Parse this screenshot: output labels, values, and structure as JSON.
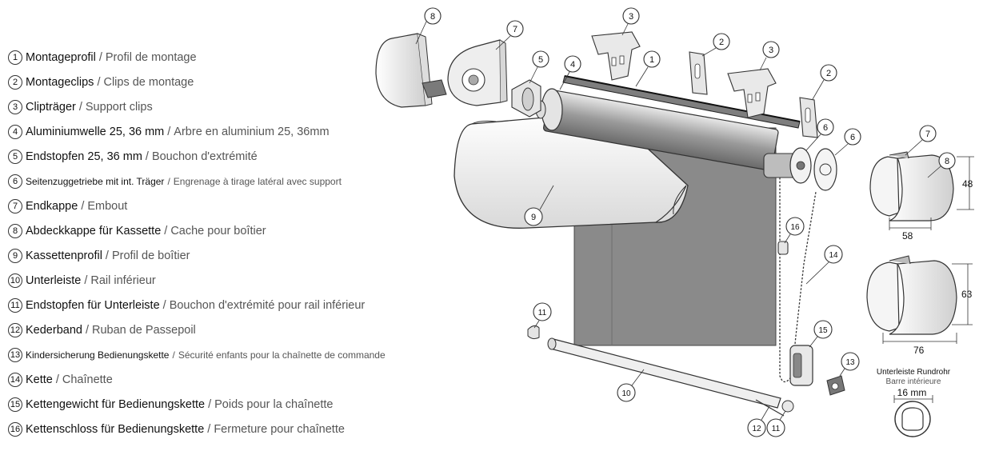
{
  "legend": [
    {
      "num": "1",
      "de": "Montageprofil",
      "fr": "Profil de montage"
    },
    {
      "num": "2",
      "de": "Montageclips",
      "fr": "Clips de montage"
    },
    {
      "num": "3",
      "de": "Clipträger",
      "fr": "Support clips"
    },
    {
      "num": "4",
      "de": "Aluminiumwelle 25, 36 mm",
      "fr": "Arbre en aluminium 25, 36mm"
    },
    {
      "num": "5",
      "de": "Endstopfen 25, 36 mm",
      "fr": "Bouchon d'extrémité"
    },
    {
      "num": "6",
      "de": "Seitenzuggetriebe mit int. Träger",
      "fr": "Engrenage à tirage latéral avec support"
    },
    {
      "num": "7",
      "de": "Endkappe",
      "fr": "Embout"
    },
    {
      "num": "8",
      "de": "Abdeckkappe für Kassette",
      "fr": "Cache pour boîtier"
    },
    {
      "num": "9",
      "de": "Kassettenprofil",
      "fr": "Profil de boîtier"
    },
    {
      "num": "10",
      "de": "Unterleiste",
      "fr": "Rail inférieur"
    },
    {
      "num": "11",
      "de": "Endstopfen für Unterleiste",
      "fr": "Bouchon d'extrémité pour rail inférieur"
    },
    {
      "num": "12",
      "de": "Kederband",
      "fr": "Ruban de Passepoil"
    },
    {
      "num": "13",
      "de": "Kindersicherung Bedienungskette",
      "fr": "Sécurité enfants pour la chaînette de commande"
    },
    {
      "num": "14",
      "de": "Kette",
      "fr": "Chaînette"
    },
    {
      "num": "15",
      "de": "Kettengewicht für Bedienungskette",
      "fr": "Poids pour la chaînette"
    },
    {
      "num": "16",
      "de": "Kettenschloss für Bedienungskette",
      "fr": "Fermeture pour chaînette"
    }
  ],
  "separator": "/",
  "callouts": {
    "c8a": "8",
    "c7a": "7",
    "c5": "5",
    "c4": "4",
    "c3a": "3",
    "c1": "1",
    "c2a": "2",
    "c3b": "3",
    "c2b": "2",
    "c6a": "6",
    "c6b": "6",
    "c9": "9",
    "c16": "16",
    "c14": "14",
    "c11a": "11",
    "c10": "10",
    "c15": "15",
    "c13": "13",
    "c12": "12",
    "c11b": "11",
    "c7b": "7",
    "c8b": "8"
  },
  "dimensions": {
    "small_height": "48",
    "small_width": "58",
    "large_height": "63",
    "large_width": "76",
    "tube_width": "16 mm"
  },
  "bottom_rail": {
    "title": "Unterleiste  Rundrohr",
    "subtitle": "Barre intérieure"
  },
  "colors": {
    "fabric": "#8a8a8a",
    "cassette": "#f3f3f3",
    "line": "#222222",
    "text": "#111111",
    "french": "#555555"
  }
}
